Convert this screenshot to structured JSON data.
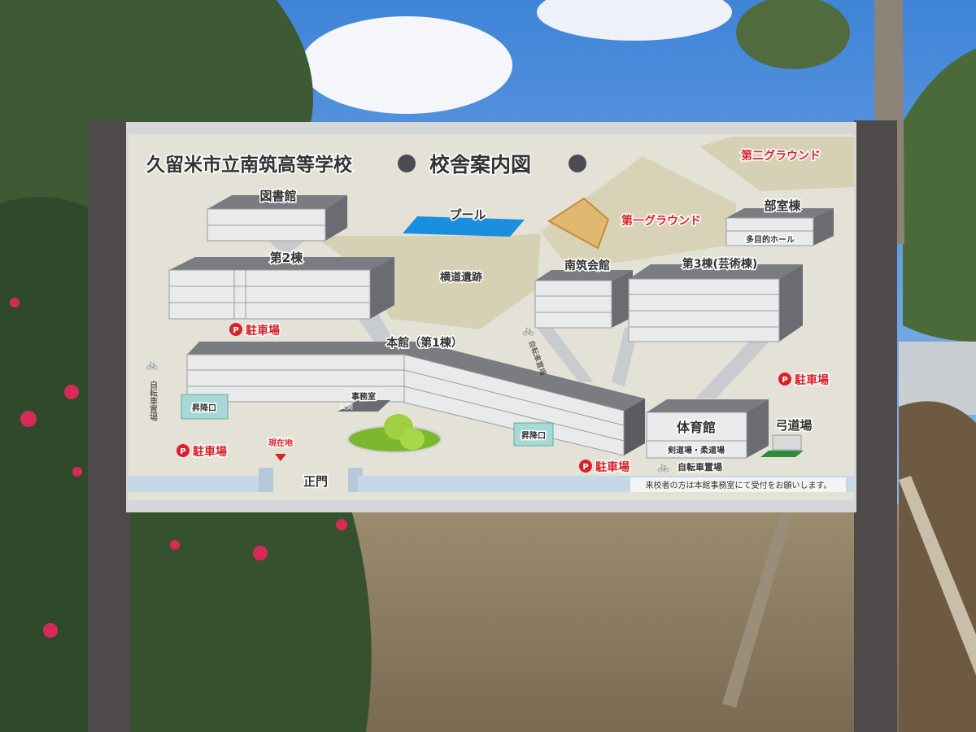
{
  "sign": {
    "school_name": "久留米市立南筑高等学校",
    "map_title": "校舎案内図",
    "notice": "来校者の方は本館事務室にて受付をお願いします。"
  },
  "buildings": {
    "library": "図書館",
    "building2": "第2棟",
    "main": "本館（第1棟）",
    "office": "事務室",
    "entrance": "玄関",
    "shoe_entrance_1": "昇降口",
    "shoe_entrance_2": "昇降口",
    "hall": "南筑会館",
    "building3": "第3棟(芸術棟)",
    "club": "部室棟",
    "multipurpose": "多目的ホール",
    "gym": "体育館",
    "dojo": "剣道場・柔道場",
    "archery": "弓道場"
  },
  "areas": {
    "pool": "プール",
    "ruins": "横道遺跡",
    "ground1": "第一グラウンド",
    "ground2": "第二グラウンド",
    "main_gate": "正門",
    "current_location": "現在地"
  },
  "parking": {
    "p_symbol": "P",
    "label": "駐車場"
  },
  "bike": {
    "label": "自転車置場"
  },
  "colors": {
    "sign_bg": "#e4e2d6",
    "tan": "#d6d0b4",
    "pool": "#1a8fe0",
    "red": "#d8212b",
    "building_top": "#7a7c82",
    "building_face": "#e8eaec",
    "green": "#8cc43a"
  }
}
